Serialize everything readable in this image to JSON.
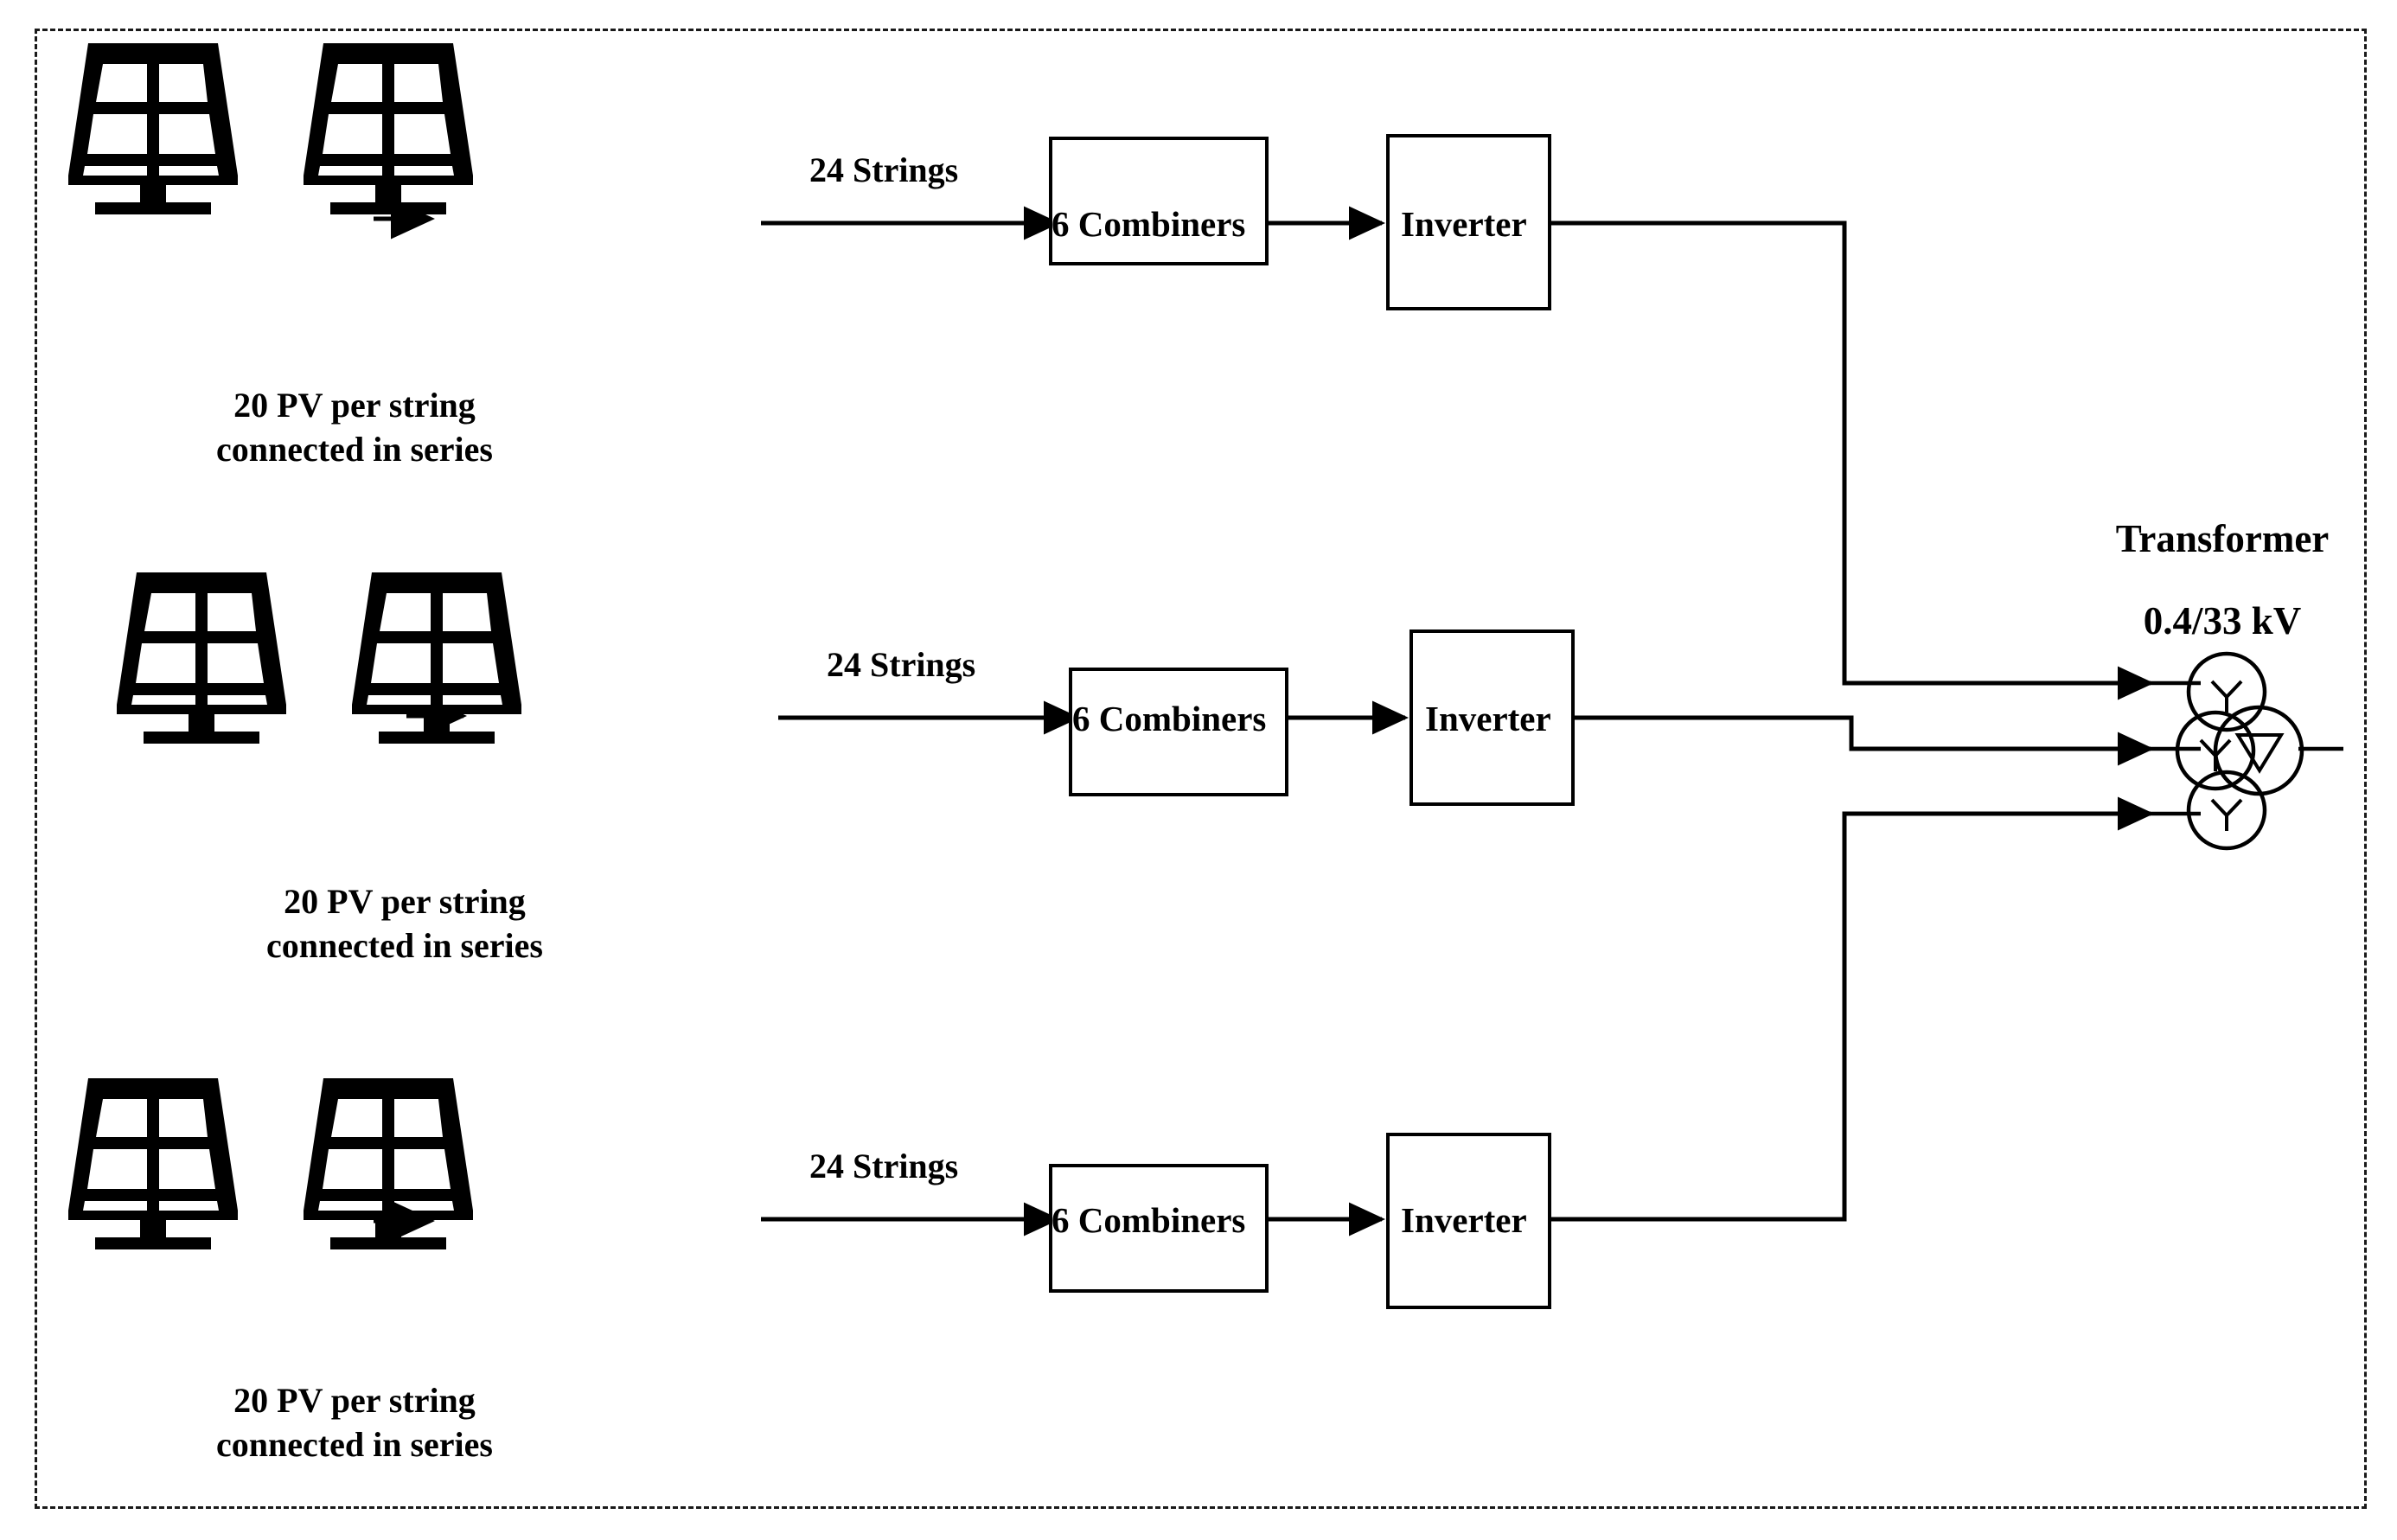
{
  "figure": {
    "border_style": "dashed",
    "border_color": "#1a1a1a",
    "background": "#ffffff",
    "stroke_color": "#000000"
  },
  "rows": [
    {
      "id": "row-1",
      "pv_caption_line1": "20 PV per string",
      "pv_caption_line2": "connected in series",
      "strings_label": "24 Strings",
      "combiner_label": "6 Combiners",
      "inverter_label": "Inverter"
    },
    {
      "id": "row-2",
      "pv_caption_line1": "20 PV per string",
      "pv_caption_line2": "connected in series",
      "strings_label": "24 Strings",
      "combiner_label": "6 Combiners",
      "inverter_label": "Inverter"
    },
    {
      "id": "row-3",
      "pv_caption_line1": "20 PV per string",
      "pv_caption_line2": "connected in series",
      "strings_label": "24 Strings",
      "combiner_label": "6 Combiners",
      "inverter_label": "Inverter"
    }
  ],
  "transformer": {
    "title": "Transformer",
    "rating": "0.4/33 kV",
    "winding_primary_symbol": "Y",
    "winding_secondary_symbol": "∇"
  },
  "icons": {
    "pv_panel": "solar-panel-icon",
    "arrow": "arrow-right-icon",
    "transformer": "transformer-icon"
  }
}
